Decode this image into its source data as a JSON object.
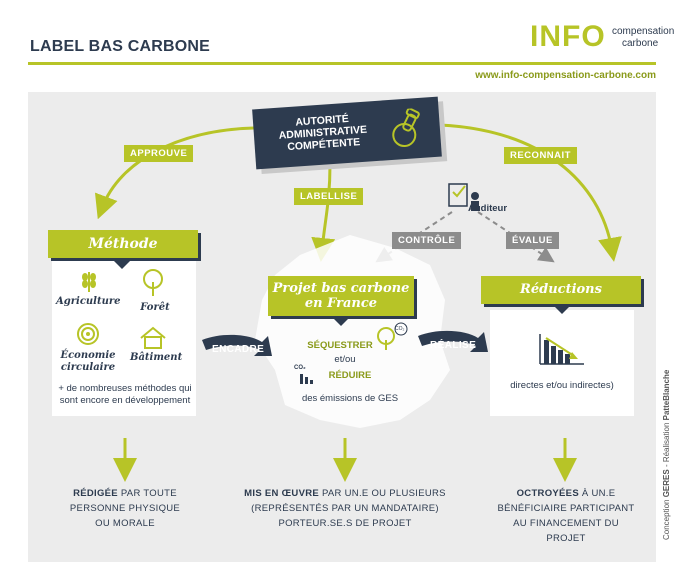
{
  "header": {
    "title": "LABEL BAS CARBONE",
    "url": "www.info-compensation-carbone.com",
    "logo_main": "INFO",
    "logo_sub1": "compensation",
    "logo_sub2": "carbone"
  },
  "authority": {
    "line1": "AUTORITÉ",
    "line2": "ADMINISTRATIVE",
    "line3": "COMPÉTENTE"
  },
  "tags": {
    "approuve": "APPROUVE",
    "reconnait": "RECONNAIT",
    "labellise": "LABELLISE",
    "controle": "CONTRÔLE",
    "evalue": "ÉVALUE",
    "auditeur": "Auditeur"
  },
  "methode": {
    "title": "Méthode sectorielle",
    "sectors": [
      "Agriculture",
      "Forêt",
      "Économie circulaire",
      "Bâtiment"
    ],
    "note": "+ de nombreuses méthodes qui sont encore en développement"
  },
  "projet": {
    "title_line1": "Projet bas carbone",
    "title_line2": "en France",
    "sequestrer": "SÉQUESTRER",
    "etou": "et/ou",
    "reduire": "RÉDUIRE",
    "emissions": "des émissions de GES",
    "co2_a": "CO₂",
    "co2_b": "CO₂"
  },
  "reductions": {
    "title": "Réductions d'émissions",
    "text": "directes et/ou indirectes)"
  },
  "chevrons": {
    "encadre": "ENCADRE",
    "realise": "RÉALISE"
  },
  "bottom": {
    "left_bold": "RÉDIGÉE",
    "left_rest1": " PAR TOUTE",
    "left_rest2": "PERSONNE PHYSIQUE",
    "left_rest3": "OU MORALE",
    "mid_bold": "MIS EN ŒUVRE",
    "mid_rest1": " PAR UN.E OU PLUSIEURS",
    "mid_rest2": "(REPRÉSENTÉS PAR UN MANDATAIRE)",
    "mid_rest3": "PORTEUR.SE.S DE PROJET",
    "right_bold": "OCTROYÉES",
    "right_rest1": " À UN.E",
    "right_rest2": "BÉNÉFICIAIRE PARTICIPANT",
    "right_rest3": "AU FINANCEMENT DU PROJET"
  },
  "credits": {
    "prefix": "Conception ",
    "org": "GERES",
    "mid": " - Réalisation ",
    "studio": "PatteBlanche"
  },
  "colors": {
    "green": "#b7c427",
    "navy": "#2d3b4f",
    "grey": "#8c8c8c",
    "panel": "#ececec"
  }
}
